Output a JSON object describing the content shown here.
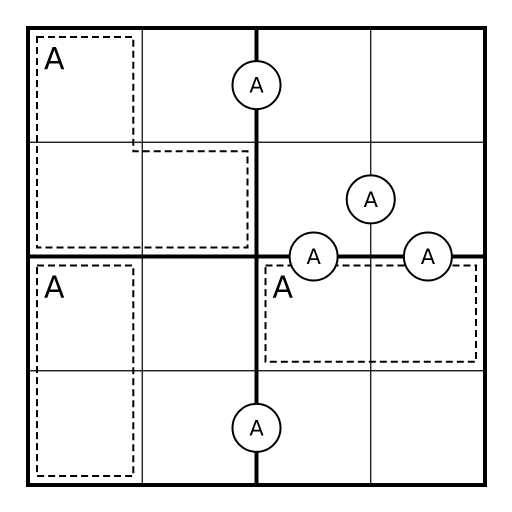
{
  "puzzle": {
    "grid_size": 4,
    "box_size": 2,
    "cages": [
      {
        "label": "A",
        "cells": [
          [
            0,
            0
          ],
          [
            1,
            0
          ],
          [
            1,
            1
          ]
        ]
      },
      {
        "label": "A",
        "cells": [
          [
            2,
            0
          ],
          [
            3,
            0
          ]
        ]
      },
      {
        "label": "A",
        "cells": [
          [
            2,
            2
          ],
          [
            2,
            3
          ]
        ]
      }
    ],
    "circle_clues": [
      {
        "label": "A",
        "between": [
          [
            0,
            1
          ],
          [
            0,
            2
          ]
        ]
      },
      {
        "label": "A",
        "between": [
          [
            1,
            2
          ],
          [
            1,
            3
          ]
        ]
      },
      {
        "label": "A",
        "between": [
          [
            1,
            2
          ],
          [
            2,
            2
          ]
        ]
      },
      {
        "label": "A",
        "between": [
          [
            1,
            3
          ],
          [
            2,
            3
          ]
        ]
      },
      {
        "label": "A",
        "between": [
          [
            3,
            1
          ],
          [
            3,
            2
          ]
        ]
      }
    ]
  }
}
